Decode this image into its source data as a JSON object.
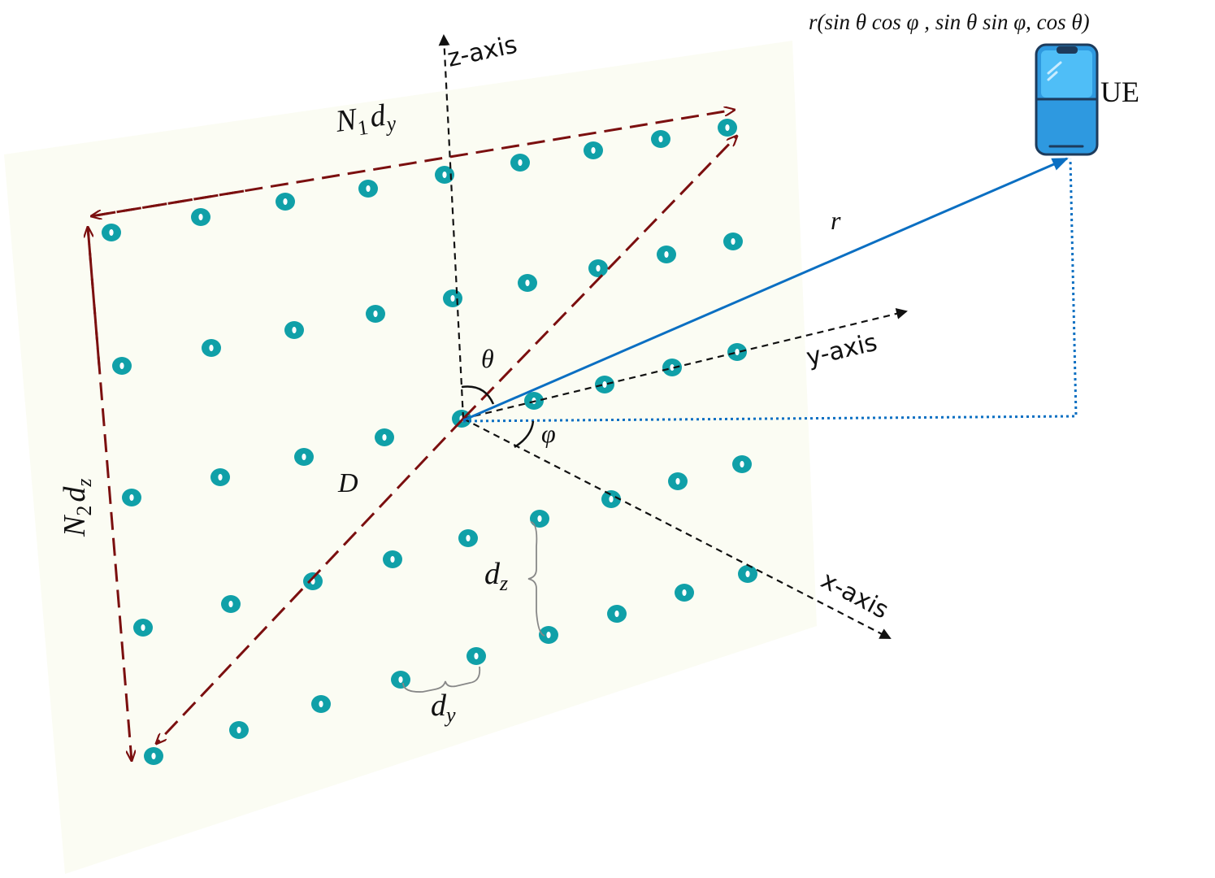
{
  "labels": {
    "z_axis": "z-axis",
    "y_axis": "y-axis",
    "x_axis": "x-axis",
    "width_N": "N",
    "width_N_sub": "1",
    "width_d": "d",
    "width_d_sub": "y",
    "height_N": "N",
    "height_N_sub": "2",
    "height_d": "d",
    "height_d_sub": "z",
    "theta": "θ",
    "phi": "φ",
    "r": "r",
    "diag": "D",
    "dz": "d",
    "dz_sub": "z",
    "dy": "d",
    "dy_sub": "y",
    "ue": "UE",
    "ue_coords": "r(sin θ cos φ , sin θ sin φ, cos θ)"
  },
  "icons": {
    "ue_device": "smartphone-icon",
    "antenna": "antenna-element-icon"
  },
  "colors": {
    "plane": "#fbfcf3",
    "antenna": "#10a0a8",
    "dashed_red": "#7b0f0f",
    "axis": "#111111",
    "ray": "#0b6fc2",
    "phone": "#4db8f2"
  }
}
